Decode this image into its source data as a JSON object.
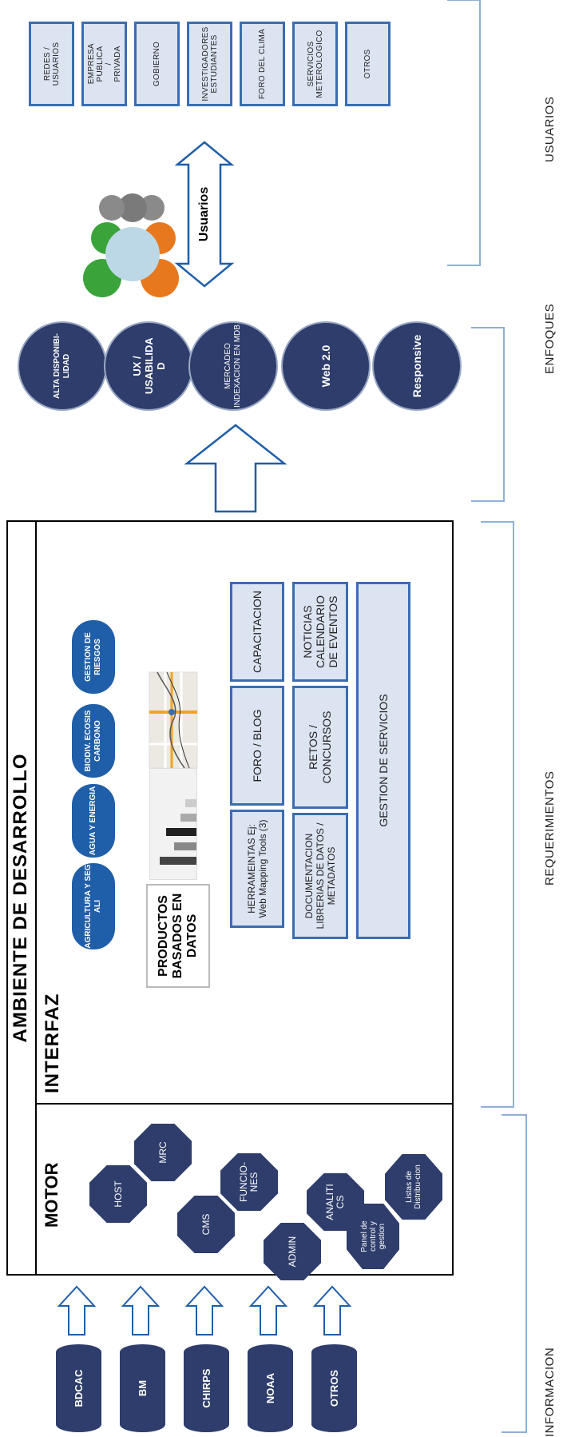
{
  "sections": {
    "informacion": "INFORMACION",
    "requerimientos": "REQUERIMIENTOS",
    "enfoques": "ENFOQUES",
    "usuarios": "USUARIOS"
  },
  "sources": [
    "BDCAC",
    "BM",
    "CHIRPS",
    "NOAA",
    "OTROS"
  ],
  "main_title": "AMBIENTE DE DESARROLLO",
  "motor": {
    "title": "MOTOR",
    "items": [
      "HOST",
      "MRC",
      "CMS",
      "FUNCIO-NES",
      "ADMIN",
      "ANALITI CS",
      "Panel de control y gestion",
      "Listas de Distribu-cion"
    ]
  },
  "interfaz": {
    "title": "INTERFAZ",
    "pills": [
      "AGRICULTURA Y SEG ALI",
      "AGUA Y ENERGIA",
      "BIODIV. ECOSIS CARBONO",
      "GESTION DE RIESGOS"
    ],
    "productos": "PRODUCTOS BASADOS EN DATOS",
    "map_icon": "map-thumbnail-icon",
    "bars_icon": "bar-chart-thumbnail-icon",
    "boxes": {
      "herramientas": "HERRAMEINTAS Ej: Web Mapping Tools (3)",
      "foro": "FORO / BLOG",
      "capacitacion": "CAPACITACION",
      "documentacion": "DOCUMENTACION LIBRERIAS DE DATOS / METADATOS",
      "retos": "RETOS / CONCURSOS",
      "noticias": "NOTICIAS CALENDARIO DE EVENTOS",
      "gestion": "GESTION DE SERVICIOS"
    }
  },
  "enfoques": [
    "ALTA DISPONIBI-LIDAD",
    "UX / USABILIDA D",
    "MERCADEO INDEXACION EN MDB",
    "Web 2.0",
    "Responsive"
  ],
  "usuarios_arrow_label": "Usuarios",
  "usuarios_icon": "users-group-icon",
  "usuarios": [
    "REDES / USUARIOS",
    "EMPRESA PUBLICA / PRIVADA",
    "GOBIERNO",
    "INVESTIGADORES ESTUDIANTES",
    "FORO DEL CLIMA",
    "SERVICIOS METEROLOGICO",
    "OTROS"
  ],
  "colors": {
    "navy": "#2e3d6b",
    "blue": "#1f5ea8",
    "light": "#dce4f2",
    "border": "#3b6db3"
  }
}
